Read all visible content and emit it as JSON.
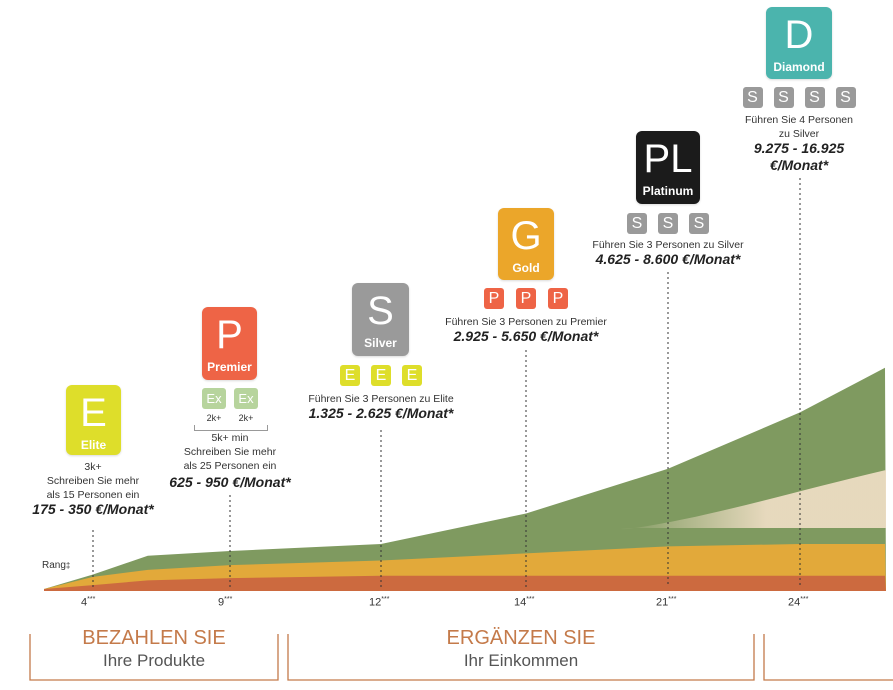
{
  "colors": {
    "elite": "#dede2a",
    "premier": "#ee6446",
    "silver": "#9a9a9a",
    "gold": "#eba62a",
    "platinum": "#1b1b1b",
    "diamond": "#4bb4ad",
    "area_green": "#7f9a60",
    "area_yellow": "#e2a93a",
    "area_orange": "#cc6a3f",
    "area_beige": "#ecdcc2",
    "section": "#c47a4a",
    "ex_chip": "#b7d49d"
  },
  "chart_data": {
    "type": "area",
    "x_label_prefix": "Rang",
    "x_tick_labels": [
      "4",
      "9",
      "12",
      "14",
      "21",
      "24"
    ],
    "x_tick_suffix": "***",
    "series": [
      {
        "key": "green",
        "color": "#7f9a60",
        "x": [
          4,
          6,
          9,
          12,
          14,
          21,
          24,
          26.5
        ],
        "y": [
          0.7,
          1.5,
          1.7,
          2.0,
          3.3,
          5.2,
          7.6,
          9.5
        ]
      },
      {
        "key": "yellow",
        "color": "#e2a93a",
        "x": [
          4,
          6,
          9,
          12,
          14,
          21,
          24,
          26.5
        ],
        "y": [
          0.6,
          0.9,
          1.1,
          1.3,
          1.6,
          1.9,
          2.0,
          2.0
        ]
      },
      {
        "key": "orange",
        "color": "#cc6a3f",
        "x": [
          4,
          6,
          9,
          12,
          14,
          21,
          24,
          26.5
        ],
        "y": [
          0.25,
          0.45,
          0.55,
          0.65,
          0.65,
          0.65,
          0.65,
          0.65
        ]
      }
    ]
  },
  "ranks": [
    {
      "key": "elite",
      "letter": "E",
      "name": "Elite",
      "chips": [],
      "chip_sub": [],
      "lines": [
        "3k+",
        "Schreiben Sie mehr",
        "als 15 Personen ein"
      ],
      "money": "175 - 350 €/Monat*",
      "tick": "4"
    },
    {
      "key": "premier",
      "letter": "P",
      "name": "Premier",
      "chips": [
        "Ex",
        "Ex"
      ],
      "chip_sub": [
        "2k+",
        "2k+"
      ],
      "lines": [
        "5k+ min",
        "Schreiben Sie mehr",
        "als 25 Personen ein"
      ],
      "money": "625 - 950 €/Monat*",
      "tick": "9"
    },
    {
      "key": "silver",
      "letter": "S",
      "name": "Silver",
      "chips": [
        "E",
        "E",
        "E"
      ],
      "chip_sub": [],
      "lines": [
        "Führen Sie 3 Personen zu Elite"
      ],
      "money": "1.325 - 2.625 €/Monat*",
      "tick": "12"
    },
    {
      "key": "gold",
      "letter": "G",
      "name": "Gold",
      "chips": [
        "P",
        "P",
        "P"
      ],
      "chip_sub": [],
      "lines": [
        "Führen Sie 3 Personen zu Premier"
      ],
      "money": "2.925 - 5.650 €/Monat*",
      "tick": "14"
    },
    {
      "key": "platinum",
      "letter": "PL",
      "name": "Platinum",
      "chips": [
        "S",
        "S",
        "S"
      ],
      "chip_sub": [],
      "lines": [
        "Führen Sie 3 Personen zu Silver"
      ],
      "money": "4.625 - 8.600 €/Monat*",
      "tick": "21"
    },
    {
      "key": "diamond",
      "letter": "D",
      "name": "Diamond",
      "chips": [
        "S",
        "S",
        "S",
        "S"
      ],
      "chip_sub": [],
      "lines": [
        "Führen Sie 4 Personen",
        "zu Silver"
      ],
      "money": "9.275 - 16.925 €/Monat*",
      "tick": "24"
    }
  ],
  "sections": [
    {
      "title": "BEZAHLEN SIE",
      "subtitle": "Ihre Produkte"
    },
    {
      "title": "ERGÄNZEN SIE",
      "subtitle": "Ihr Einkommen"
    }
  ]
}
